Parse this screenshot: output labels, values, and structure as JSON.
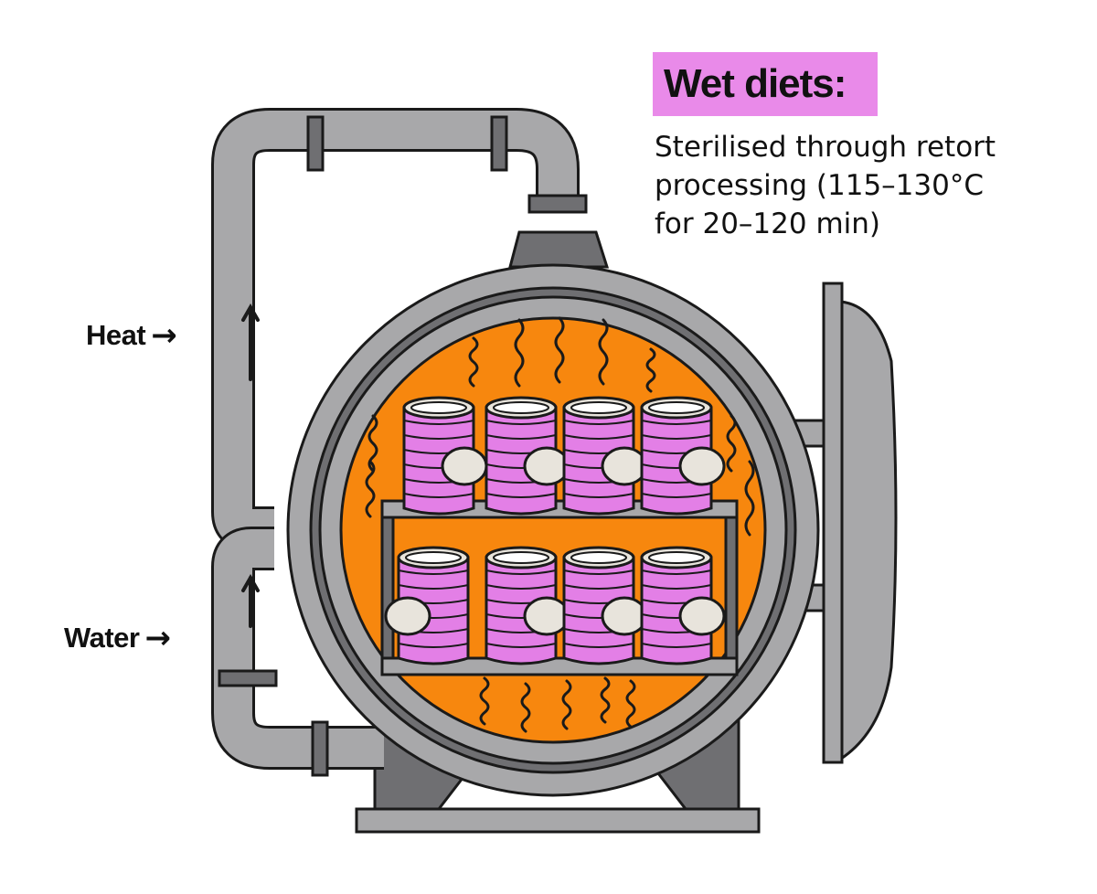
{
  "title": "Wet diets:",
  "description_lines": [
    "Sterilised through retort",
    "processing (115–130°C",
    "for 20–120 min)"
  ],
  "inputs": [
    {
      "label": "Heat",
      "arrow": "→"
    },
    {
      "label": "Water",
      "arrow": "→"
    }
  ],
  "colors": {
    "highlight": "#e98ae9",
    "steel": "#a8a8aa",
    "steel_dark": "#6f6f72",
    "chamber": "#f7870e",
    "can_pink": "#e37fe6",
    "outline": "#1a1a1a"
  },
  "icons": [
    "retort-vessel-icon",
    "pipe-icon",
    "can-icon",
    "steam-icon",
    "door-icon"
  ]
}
